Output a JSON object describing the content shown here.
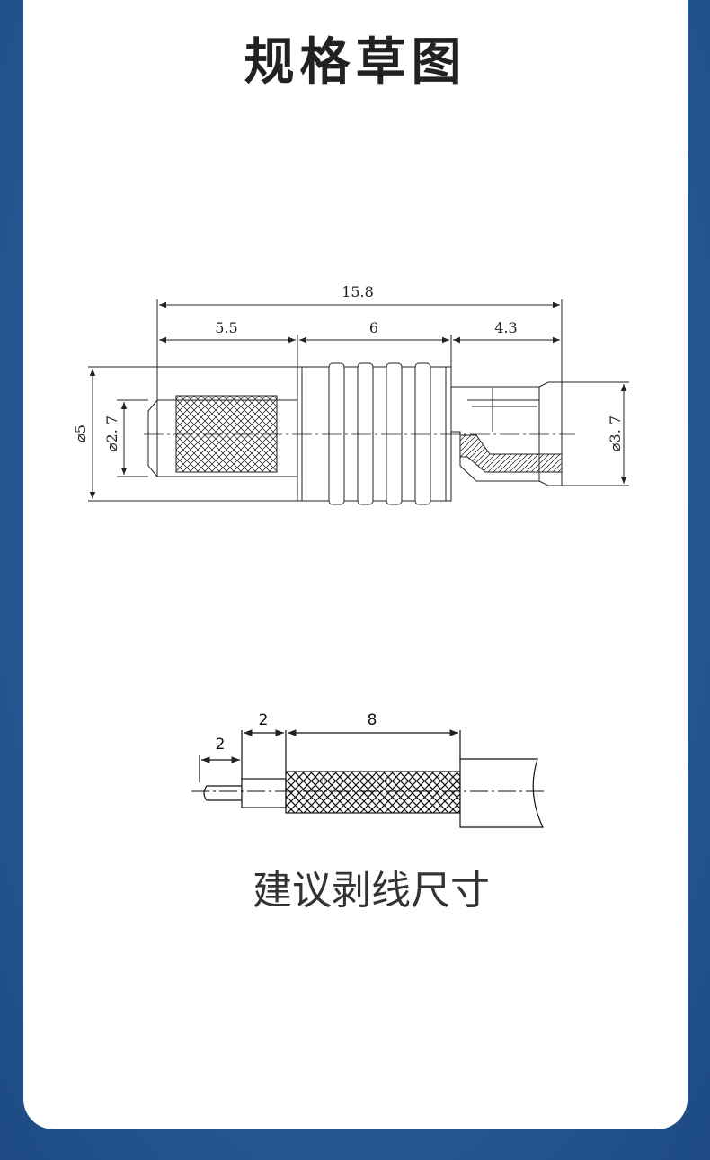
{
  "page": {
    "title": "规格草图",
    "caption": "建议剥线尺寸"
  },
  "connector_drawing": {
    "total_length": "15.8",
    "seg_left": "5.5",
    "seg_mid": "6",
    "seg_right": "4.3",
    "dia_outer": "⌀5",
    "dia_inner": "⌀2. 7",
    "dia_right": "⌀3. 7"
  },
  "strip_drawing": {
    "dim_a": "2",
    "dim_b": "2",
    "dim_c": "8"
  },
  "colors": {
    "background": "#2a5c98",
    "card": "#ffffff",
    "line": "#222222"
  }
}
